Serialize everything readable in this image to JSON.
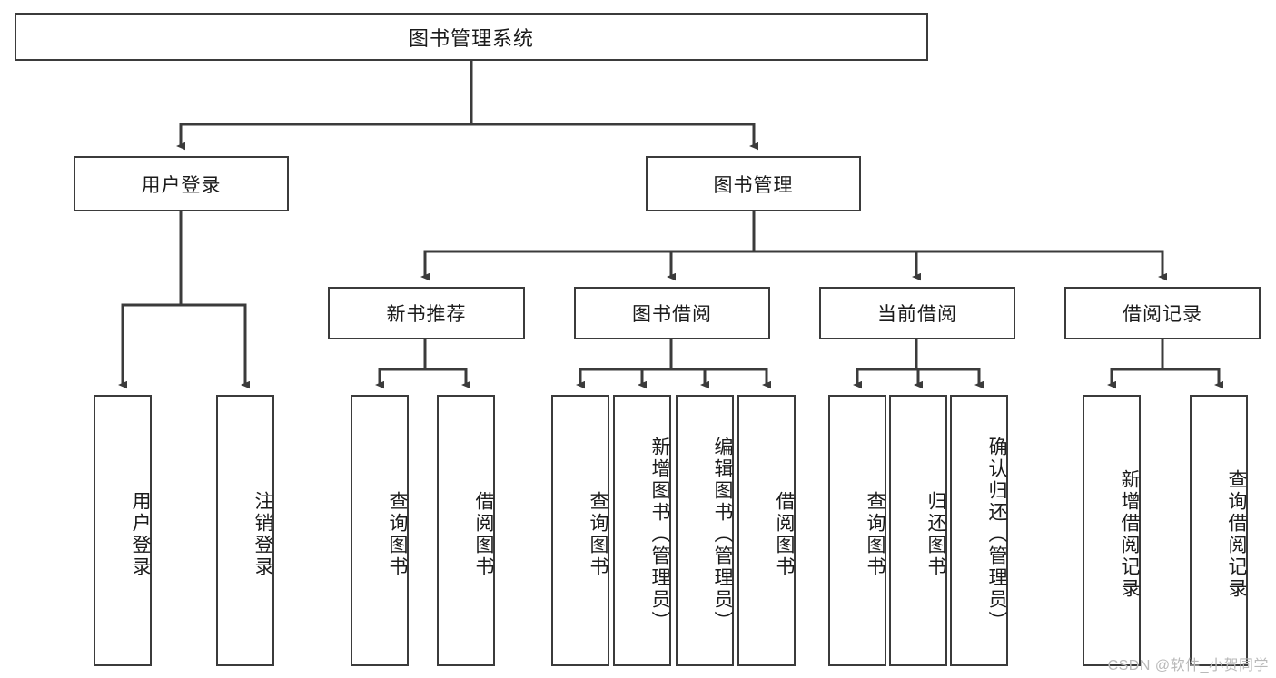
{
  "diagram": {
    "title": "图书管理系统",
    "type": "hierarchy-tree",
    "stroke_color": "#3b3b3b",
    "box_fill": "#ffffff",
    "background": "#ffffff",
    "root": {
      "id": "root",
      "label": "图书管理系统"
    },
    "level1": [
      {
        "id": "user-login",
        "label": "用户登录"
      },
      {
        "id": "book-manage",
        "label": "图书管理"
      }
    ],
    "level2": [
      {
        "id": "new-book-recommend",
        "label": "新书推荐",
        "parent": "book-manage"
      },
      {
        "id": "book-borrow",
        "label": "图书借阅",
        "parent": "book-manage"
      },
      {
        "id": "current-borrow",
        "label": "当前借阅",
        "parent": "book-manage"
      },
      {
        "id": "borrow-record",
        "label": "借阅记录",
        "parent": "book-manage"
      }
    ],
    "leaves": {
      "user-login": [
        {
          "id": "leaf-user-login",
          "label": "用户登录"
        },
        {
          "id": "leaf-logout-login",
          "label": "注销登录"
        }
      ],
      "new-book-recommend": [
        {
          "id": "leaf-query-book-1",
          "label": "查询图书"
        },
        {
          "id": "leaf-borrow-book-1",
          "label": "借阅图书"
        }
      ],
      "book-borrow": [
        {
          "id": "leaf-query-book-2",
          "label": "查询图书"
        },
        {
          "id": "leaf-add-book",
          "label": "新增图书（管理员）"
        },
        {
          "id": "leaf-edit-book",
          "label": "编辑图书（管理员）"
        },
        {
          "id": "leaf-borrow-book-2",
          "label": "借阅图书"
        }
      ],
      "current-borrow": [
        {
          "id": "leaf-query-book-3",
          "label": "查询图书"
        },
        {
          "id": "leaf-return-book",
          "label": "归还图书"
        },
        {
          "id": "leaf-confirm-return",
          "label": "确认归还（管理员）"
        }
      ],
      "borrow-record": [
        {
          "id": "leaf-add-record",
          "label": "新增借阅记录"
        },
        {
          "id": "leaf-query-record",
          "label": "查询借阅记录"
        }
      ]
    }
  },
  "watermark": {
    "text": "CSDN @软件_小贺同学"
  }
}
